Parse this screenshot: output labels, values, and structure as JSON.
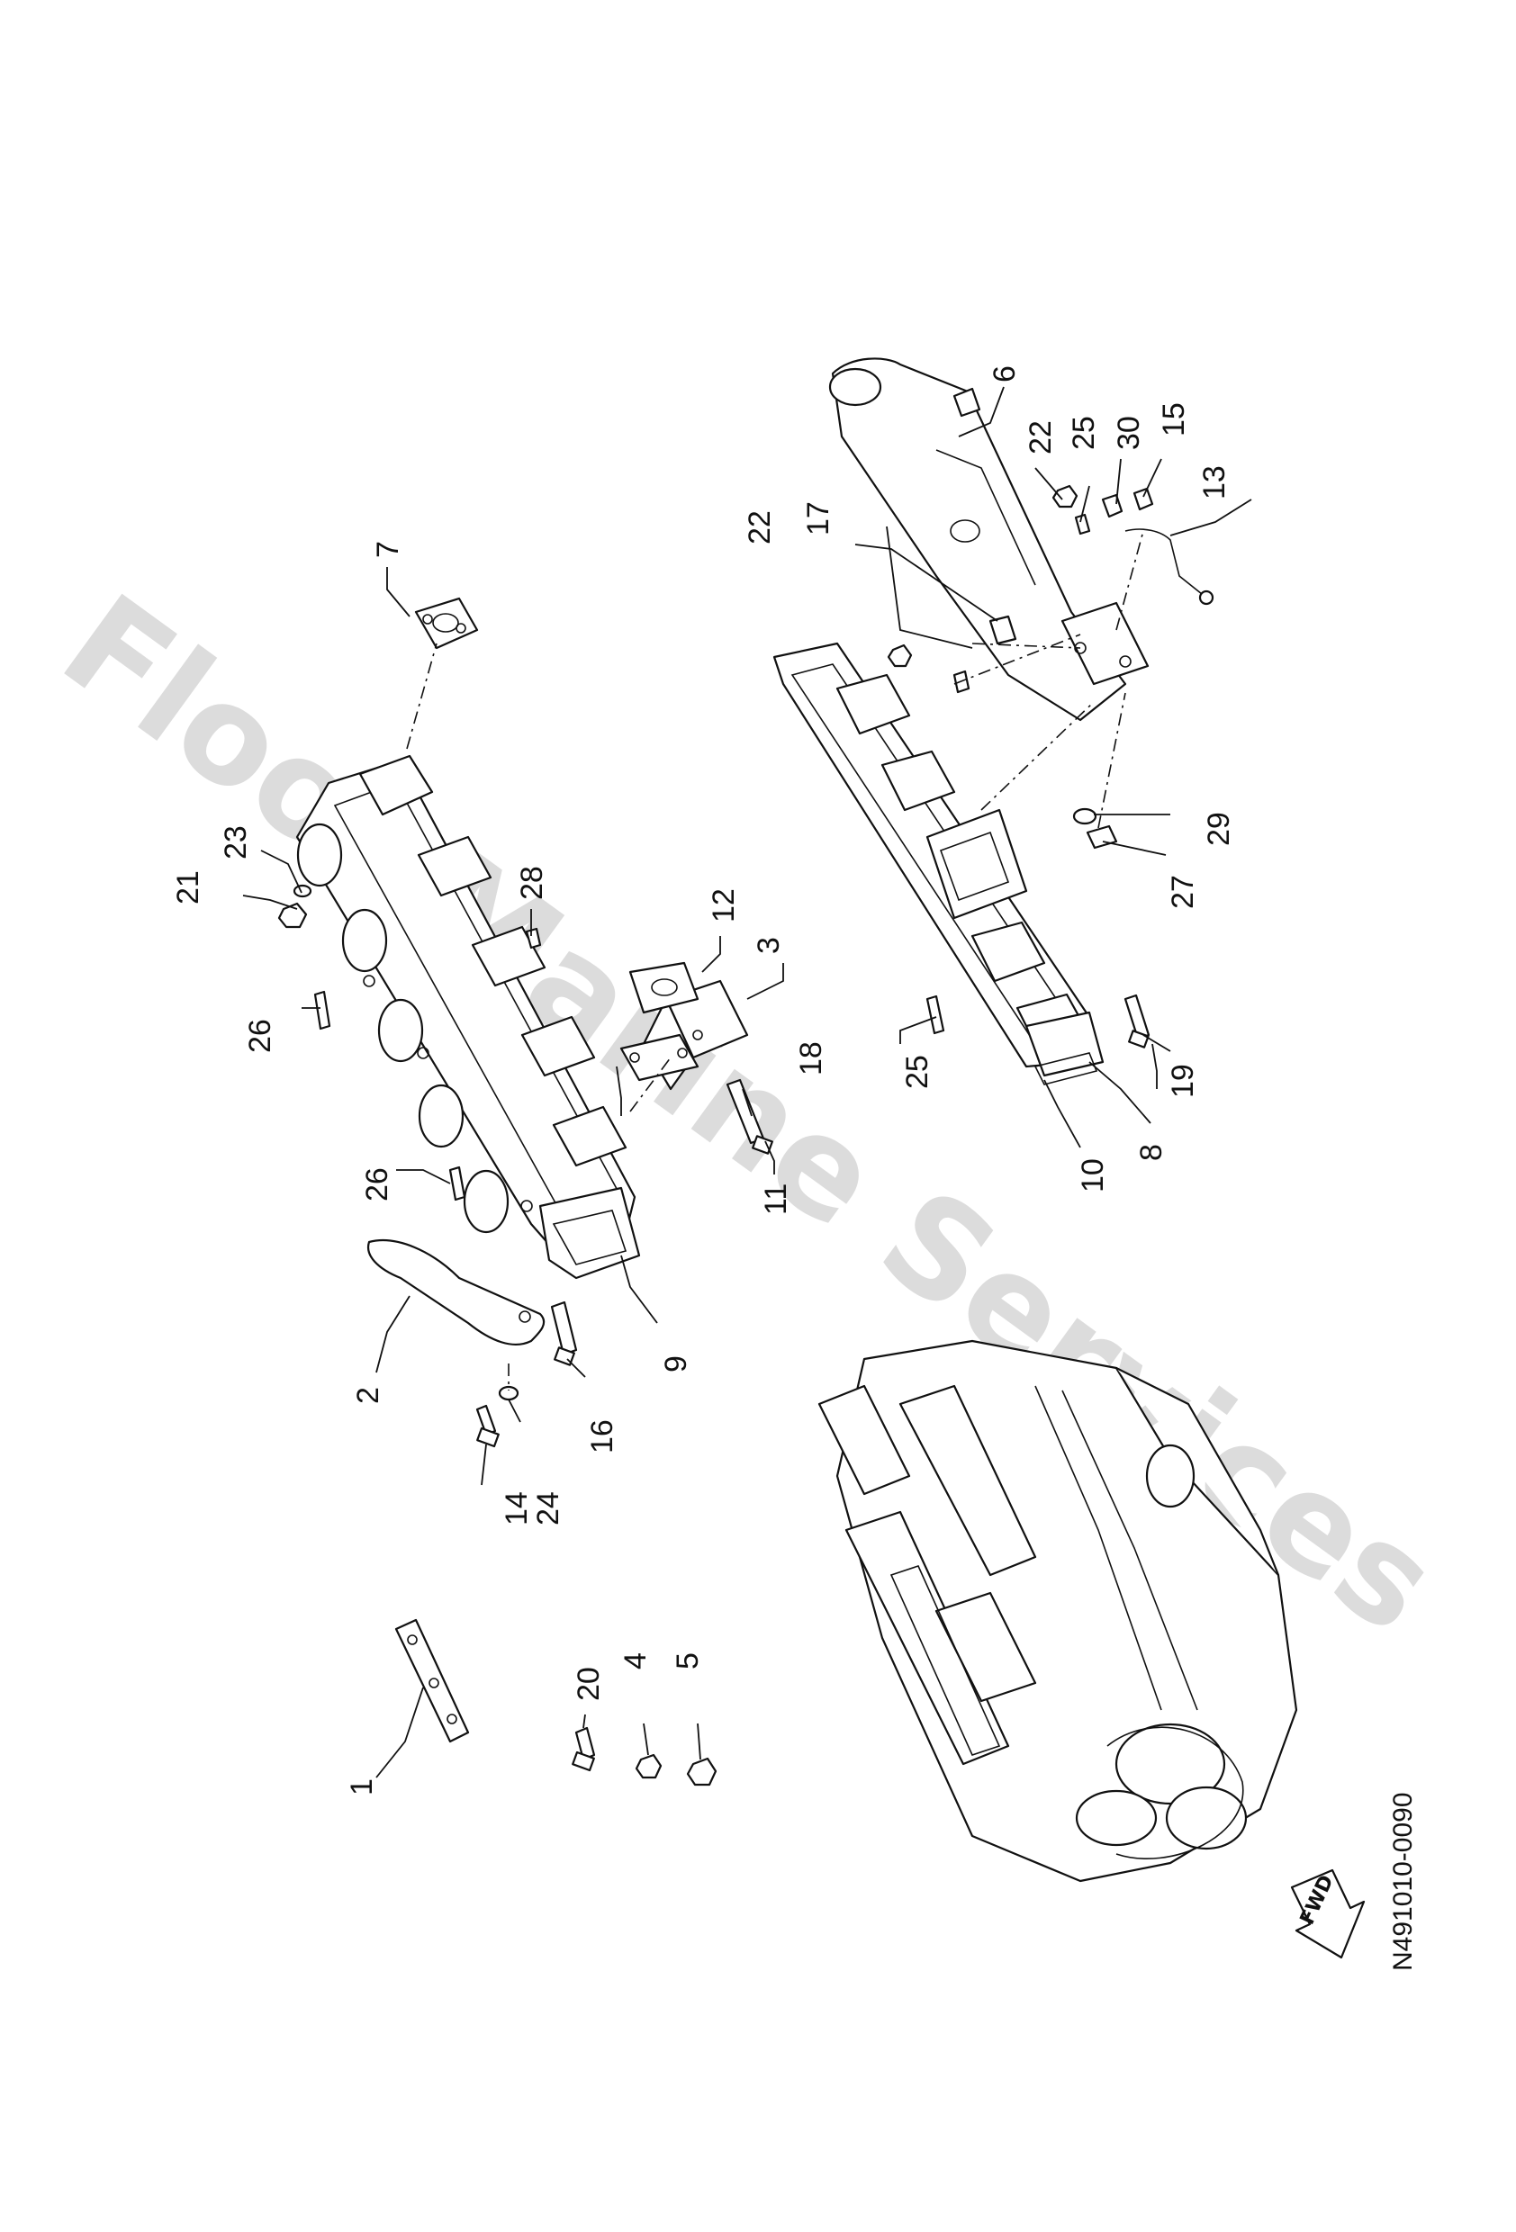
{
  "watermark": "Floor Marine Services",
  "diagram_code": "N491010-0090",
  "direction_label": "FWD",
  "callouts": {
    "c1": "1",
    "c2": "2",
    "c3": "3",
    "c4": "4",
    "c5": "5",
    "c6": "6",
    "c7": "7",
    "c8": "8",
    "c9": "9",
    "c10": "10",
    "c11": "11",
    "c12": "12",
    "c13": "13",
    "c14": "14",
    "c15": "15",
    "c16": "16",
    "c17": "17",
    "c18": "18",
    "c19": "19",
    "c20": "20",
    "c21": "21",
    "c22a": "22",
    "c22b": "22",
    "c23": "23",
    "c24": "24",
    "c25a": "25",
    "c25b": "25",
    "c26a": "26",
    "c26b": "26",
    "c27": "27",
    "c28": "28",
    "c29": "29",
    "c30": "30"
  }
}
